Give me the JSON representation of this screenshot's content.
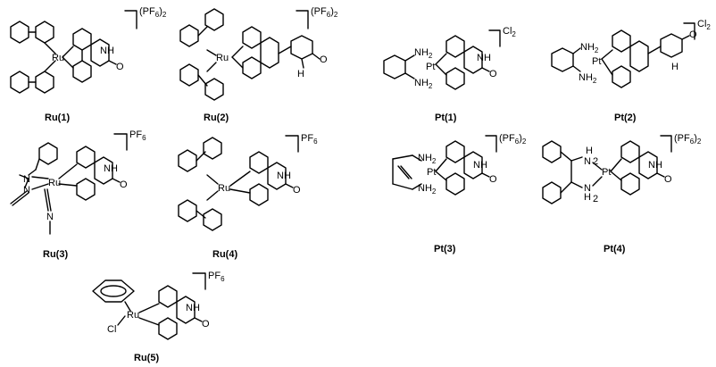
{
  "compounds": [
    {
      "id": "ru1",
      "label": "Ru(1)",
      "charge": "(PF",
      "charge_sub": "6",
      "charge_tail": ")",
      "charge_count": "2",
      "metal": "Ru"
    },
    {
      "id": "ru2",
      "label": "Ru(2)",
      "charge": "(PF",
      "charge_sub": "6",
      "charge_tail": ")",
      "charge_count": "2",
      "metal": "Ru"
    },
    {
      "id": "pt1",
      "label": "Pt(1)",
      "charge": "Cl",
      "charge_sub": "",
      "charge_tail": "",
      "charge_count": "2",
      "metal": "Pt"
    },
    {
      "id": "pt2",
      "label": "Pt(2)",
      "charge": "Cl",
      "charge_sub": "",
      "charge_tail": "",
      "charge_count": "2",
      "metal": "Pt"
    },
    {
      "id": "ru3",
      "label": "Ru(3)",
      "charge": "PF",
      "charge_sub": "",
      "charge_tail": "",
      "charge_count": "6",
      "metal": "Ru"
    },
    {
      "id": "ru4",
      "label": "Ru(4)",
      "charge": "PF",
      "charge_sub": "",
      "charge_tail": "",
      "charge_count": "6",
      "metal": "Ru"
    },
    {
      "id": "pt3",
      "label": "Pt(3)",
      "charge": "(PF",
      "charge_sub": "6",
      "charge_tail": ")",
      "charge_count": "2",
      "metal": "Pt"
    },
    {
      "id": "pt4",
      "label": "Pt(4)",
      "charge": "(PF",
      "charge_sub": "6",
      "charge_tail": ")",
      "charge_count": "2",
      "metal": "Pt"
    },
    {
      "id": "ru5",
      "label": "Ru(5)",
      "charge": "PF",
      "charge_sub": "",
      "charge_tail": "",
      "charge_count": "6",
      "metal": "Ru"
    }
  ],
  "atoms": {
    "N": "N",
    "NH": "NH",
    "O": "O",
    "NH2": "NH",
    "two": "2",
    "H": "H",
    "Cl": "Cl"
  }
}
